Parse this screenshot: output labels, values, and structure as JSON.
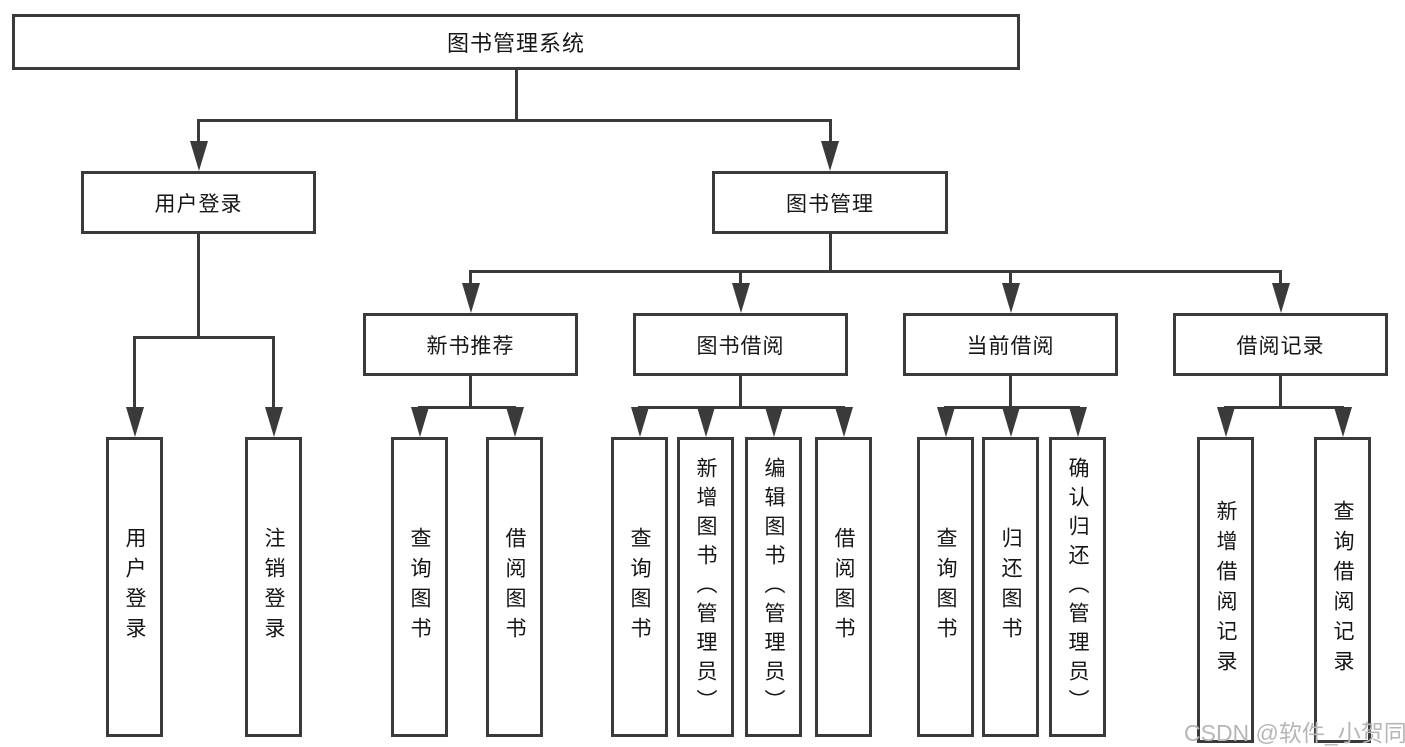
{
  "diagram": {
    "root": {
      "label": "图书管理系统"
    },
    "branches": {
      "user": {
        "label": "用户登录",
        "children": [
          {
            "label": "用户登录"
          },
          {
            "label": "注销登录"
          }
        ]
      },
      "mgmt": {
        "label": "图书管理",
        "groups": [
          {
            "label": "新书推荐",
            "children": [
              {
                "label": "查询图书"
              },
              {
                "label": "借阅图书"
              }
            ]
          },
          {
            "label": "图书借阅",
            "children": [
              {
                "label": "查询图书"
              },
              {
                "label": "新增图书（管理员）"
              },
              {
                "label": "编辑图书（管理员）"
              },
              {
                "label": "借阅图书"
              }
            ]
          },
          {
            "label": "当前借阅",
            "children": [
              {
                "label": "查询图书"
              },
              {
                "label": "归还图书"
              },
              {
                "label": "确认归还（管理员）"
              }
            ]
          },
          {
            "label": "借阅记录",
            "children": [
              {
                "label": "新增借阅记录"
              },
              {
                "label": "查询借阅记录"
              }
            ]
          }
        ]
      }
    }
  },
  "watermark": {
    "text": "CSDN @软件_小贺同学",
    "color": "#b6b6ba"
  },
  "colors": {
    "line": "#3a3a3a",
    "box_border": "#3a3a3a",
    "text": "#161616",
    "background": "#ffffff"
  }
}
